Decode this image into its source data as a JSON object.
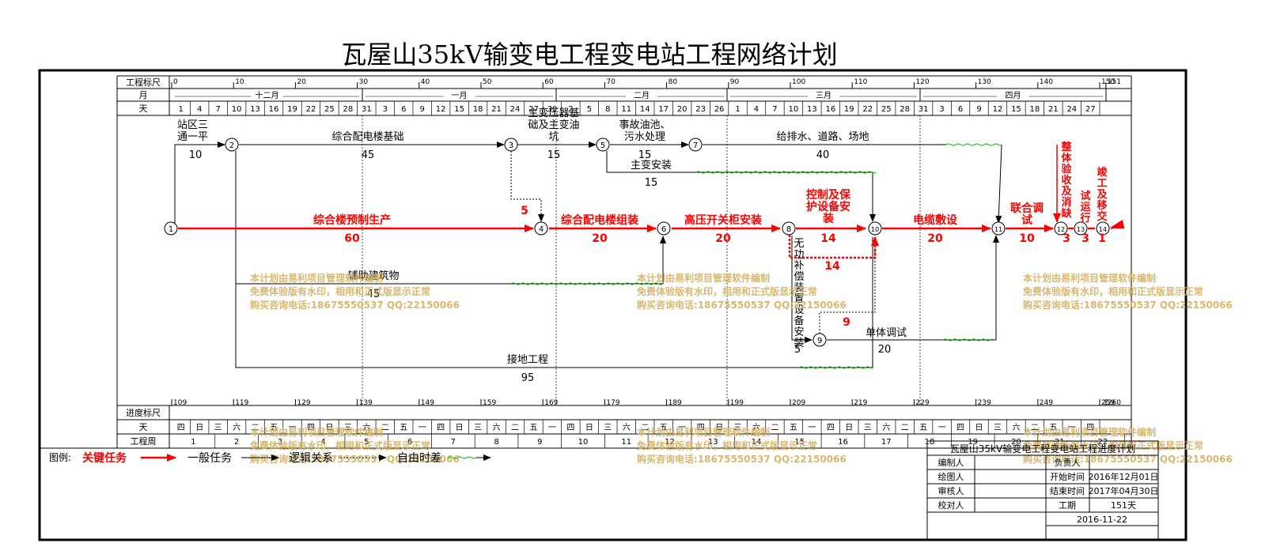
{
  "title": "瓦屋山35kV输变电工程变电站工程网络计划",
  "row_labels": {
    "scale": "工程标尺",
    "month": "月",
    "day": "天",
    "progress": "进度标尺",
    "weekday": "天",
    "week": "工程周"
  },
  "scale_ticks": [
    "0",
    "10",
    "20",
    "30",
    "40",
    "50",
    "60",
    "70",
    "80",
    "90",
    "100",
    "110",
    "120",
    "130",
    "140",
    "150",
    "151"
  ],
  "months": [
    "十二月",
    "一月",
    "二月",
    "三月",
    "四月"
  ],
  "days": [
    "1",
    "4",
    "7",
    "10",
    "13",
    "16",
    "19",
    "22",
    "25",
    "28",
    "31",
    "3",
    "6",
    "9",
    "12",
    "15",
    "18",
    "21",
    "24",
    "27",
    "30",
    "2",
    "5",
    "8",
    "11",
    "14",
    "17",
    "20",
    "23",
    "26",
    "1",
    "4",
    "7",
    "10",
    "13",
    "16",
    "19",
    "22",
    "25",
    "28",
    "31",
    "3",
    "6",
    "9",
    "12",
    "15",
    "18",
    "21",
    "24",
    "27"
  ],
  "progress_ticks": [
    "109",
    "119",
    "129",
    "139",
    "149",
    "159",
    "169",
    "179",
    "189",
    "199",
    "209",
    "219",
    "229",
    "239",
    "249",
    "259",
    "260"
  ],
  "weekdays": [
    "四",
    "日",
    "三",
    "六",
    "二",
    "五",
    "一",
    "四",
    "日",
    "三",
    "六",
    "二",
    "五",
    "一",
    "四",
    "日",
    "三",
    "六",
    "二",
    "五",
    "一",
    "四",
    "日",
    "三",
    "六",
    "二",
    "五",
    "一",
    "四",
    "日",
    "三",
    "六",
    "二",
    "五",
    "一",
    "四",
    "日",
    "三",
    "六",
    "二",
    "五",
    "一",
    "四",
    "日",
    "三",
    "六",
    "二",
    "五",
    "一",
    "四"
  ],
  "weeks": [
    "1",
    "2",
    "3",
    "4",
    "5",
    "6",
    "7",
    "8",
    "9",
    "10",
    "11",
    "12",
    "13",
    "14",
    "15",
    "16",
    "17",
    "18",
    "19",
    "20",
    "21",
    "22"
  ],
  "nodes": [
    "1",
    "2",
    "3",
    "4",
    "5",
    "6",
    "7",
    "8",
    "9",
    "10",
    "11",
    "12",
    "13",
    "14"
  ],
  "tasks": {
    "t1_2": {
      "name_line1": "站区三",
      "name_line2": "通一平",
      "duration": "10"
    },
    "t2_3": {
      "name": "综合配电楼基础",
      "duration": "45"
    },
    "t3_5": {
      "name_line1": "主变压器基",
      "name_line2": "础及主变油",
      "name_line3": "坑",
      "duration": "15"
    },
    "t5_7": {
      "name_line1": "事故油池、",
      "name_line2": "污水处理",
      "duration": "15"
    },
    "t7_11": {
      "name": "给排水、道路、场地",
      "duration": "40"
    },
    "t5_10": {
      "name": "主变安装",
      "duration": "15"
    },
    "t3_4": {
      "duration": "5"
    },
    "t1_4": {
      "name": "综合楼预制生产",
      "duration": "60"
    },
    "t4_6": {
      "name": "综合配电楼组装",
      "duration": "20"
    },
    "t6_8": {
      "name": "高压开关柜安装",
      "duration": "20"
    },
    "t8_10": {
      "name_line1": "控制及保",
      "name_line2": "护设备安",
      "name_line3": "装",
      "duration": "14"
    },
    "t8_10_alt": {
      "duration": "14"
    },
    "t10_11": {
      "name": "电缆敷设",
      "duration": "20"
    },
    "t11_12": {
      "name_line1": "联合调",
      "name_line2": "试",
      "duration": "10"
    },
    "t12_13": {
      "name": "整体验收及消缺",
      "duration": "3"
    },
    "t13_14": {
      "name": "试运行",
      "duration": "3"
    },
    "t14": {
      "name": "竣工及移交",
      "duration": "1"
    },
    "t2_6": {
      "name": "辅助建筑物",
      "duration": "45"
    },
    "t8_9": {
      "name": "无功补偿装置设备安装",
      "duration": "5"
    },
    "t9_10": {
      "duration": "9"
    },
    "t9_11": {
      "name": "单体调试",
      "duration": "20"
    },
    "t2_10": {
      "name": "接地工程",
      "duration": "95"
    }
  },
  "watermark": {
    "line1": "本计划由易利项目管理软件编制",
    "line2": "免费体验版有水印，相用和正式版显示正常",
    "line3": "购买咨询电话:18675550537 QQ:22150066"
  },
  "legend": {
    "label": "图例:",
    "critical": "关键任务",
    "normal": "一般任务",
    "logic": "逻辑关系",
    "float": "自由时差"
  },
  "info_table": {
    "title": "瓦屋山35kV输变电工程变电站工程进度计划",
    "rows": [
      {
        "l1": "编制人",
        "v1": "",
        "l2": "负责人",
        "v2": ""
      },
      {
        "l1": "绘图人",
        "v1": "",
        "l2": "开始时间",
        "v2": "2016年12月01日"
      },
      {
        "l1": "审核人",
        "v1": "",
        "l2": "结束时间",
        "v2": "2017年04月30日"
      },
      {
        "l1": "校对人",
        "v1": "",
        "l2": "工期",
        "v2": "151天"
      }
    ],
    "date": "2016-11-22"
  },
  "colors": {
    "critical": "#ff0000",
    "normal": "#000000",
    "float": "#00bb00",
    "watermark": "#d4b060"
  }
}
